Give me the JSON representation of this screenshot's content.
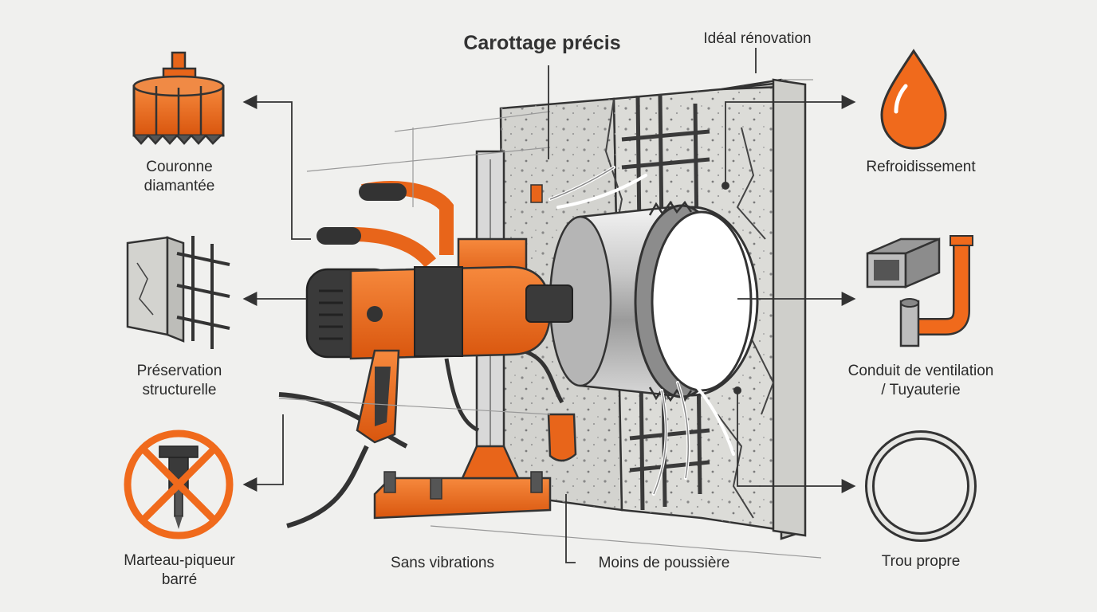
{
  "labels": {
    "title": "Carottage précis",
    "ideal_renovation": "Idéal rénovation",
    "couronne_line1": "Couronne",
    "couronne_line2": "diamantée",
    "preservation_line1": "Préservation",
    "preservation_line2": "structurelle",
    "marteau_line1": "Marteau-piqueur",
    "marteau_line2": "barré",
    "sans_vibrations": "Sans vibrations",
    "moins_poussiere": "Moins de poussière",
    "refroidissement": "Refroidissement",
    "conduit_line1": "Conduit de ventilation",
    "conduit_line2": "/ Tuyauterie",
    "trou_propre": "Trou propre"
  },
  "colors": {
    "accent": "#f06a1c",
    "ink": "#2b2b2b",
    "concrete": "#dcdcd8",
    "background": "#f0f0ee"
  },
  "icons": [
    "core-bit-icon",
    "reinforced-concrete-icon",
    "jackhammer-prohibited-icon",
    "water-drop-icon",
    "duct-pipe-icon",
    "ring-icon",
    "core-drill-machine-illustration"
  ]
}
